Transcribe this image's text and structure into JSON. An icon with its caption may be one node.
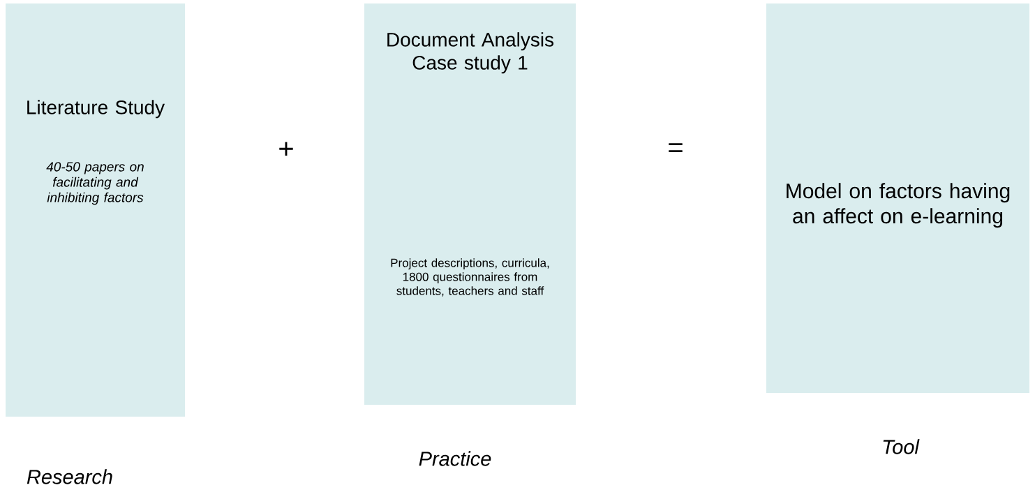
{
  "diagram": {
    "nodes": [
      {
        "text": [
          "Literature Study",
          "40-50 papers on facilitating and inhibiting factors"
        ]
      },
      {
        "text": [
          "Document Analysis Case study 1",
          "Project descriptions, curricula, 1800 questionnaires from students, teachers and staff"
        ]
      },
      {
        "text": [
          "Model on factors having an affect on e-learning"
        ]
      }
    ],
    "edges": [],
    "labels": [
      "+",
      "=",
      "Research",
      "Practice",
      "Tool"
    ]
  }
}
